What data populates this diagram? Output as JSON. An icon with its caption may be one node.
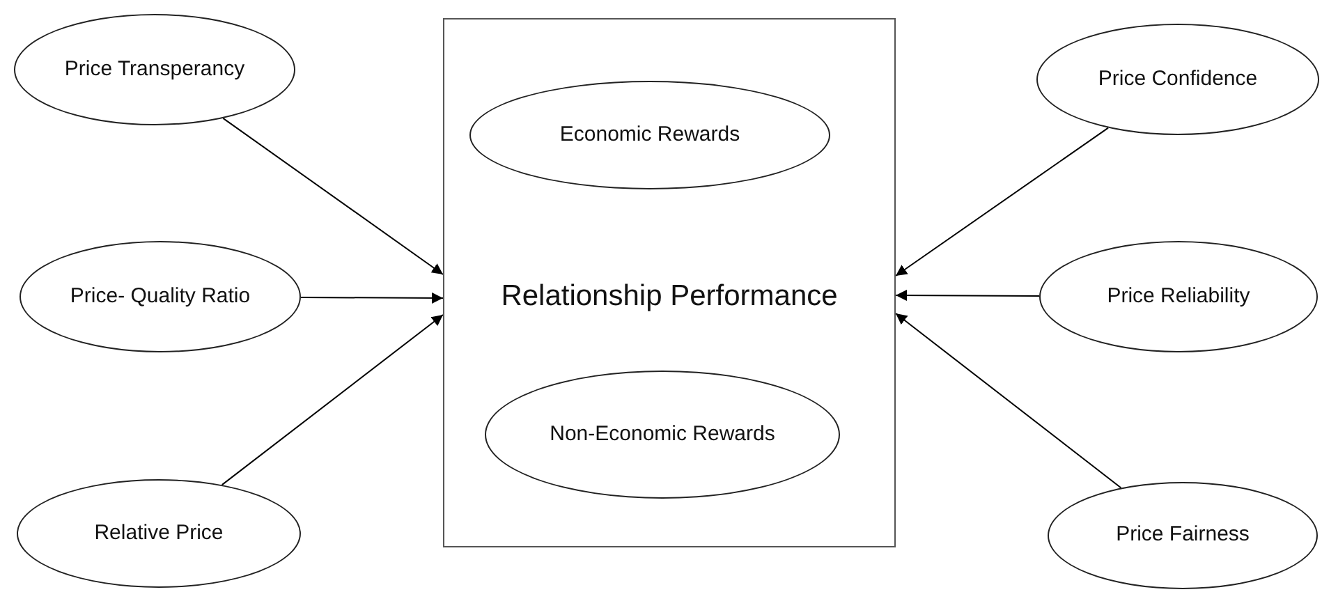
{
  "diagram": {
    "nodes": [
      {
        "text": [
          "Price Transperancy"
        ]
      },
      {
        "text": [
          "Price- Quality Ratio"
        ]
      },
      {
        "text": [
          "Relative Price"
        ]
      },
      {
        "text": [
          "Relationship Performance"
        ]
      },
      {
        "text": [
          "Economic Rewards"
        ],
        "in": 3
      },
      {
        "text": [
          "Non-Economic Rewards"
        ],
        "in": 3
      },
      {
        "text": [
          "Price Confidence"
        ]
      },
      {
        "text": [
          "Price Reliability"
        ]
      },
      {
        "text": [
          "Price Fairness"
        ]
      }
    ],
    "edges": [
      {
        "from": 0,
        "to": 3,
        "arrow": "to"
      },
      {
        "from": 1,
        "to": 3,
        "arrow": "to"
      },
      {
        "from": 2,
        "to": 3,
        "arrow": "to"
      },
      {
        "from": 6,
        "to": 3,
        "arrow": "to"
      },
      {
        "from": 7,
        "to": 3,
        "arrow": "to"
      },
      {
        "from": 8,
        "to": 3,
        "arrow": "to"
      }
    ]
  }
}
